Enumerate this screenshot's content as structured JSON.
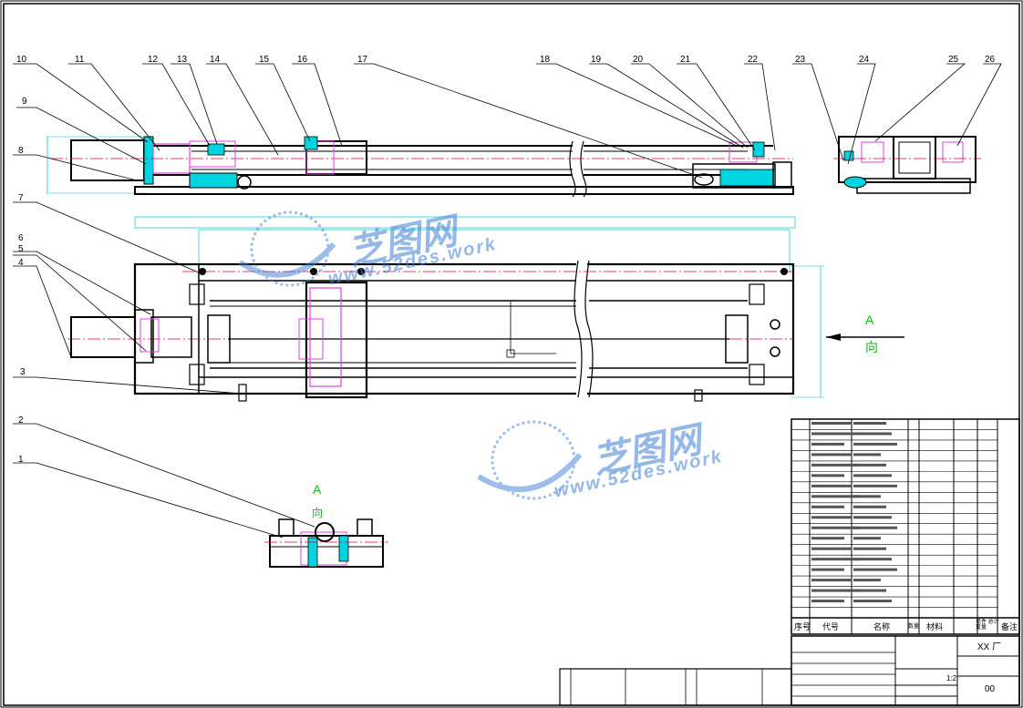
{
  "balloons": [
    "1",
    "2",
    "3",
    "4",
    "5",
    "6",
    "7",
    "8",
    "9",
    "10",
    "11",
    "12",
    "13",
    "14",
    "15",
    "16",
    "17",
    "18",
    "19",
    "20",
    "21",
    "22",
    "23",
    "24",
    "25",
    "26"
  ],
  "view_label": {
    "letter": "A",
    "word": "向"
  },
  "watermark": {
    "brand": "芝图网",
    "url": "www.52des.work"
  },
  "title_block": {
    "col_headers": {
      "seq": "序号",
      "code": "代号",
      "name": "名称",
      "qty": "数量",
      "material": "材料",
      "weight": "单件 总计 重量",
      "remark": "备注"
    },
    "company": "XX 厂",
    "scale": "1:2",
    "sheet_no": "00"
  },
  "colors": {
    "outline": "#000000",
    "center_line": "#e0004a",
    "dimension": "#00c8d2",
    "highlight": "#e040e0",
    "part_cyan": "#00d4e0",
    "annotation": "#14b814"
  }
}
